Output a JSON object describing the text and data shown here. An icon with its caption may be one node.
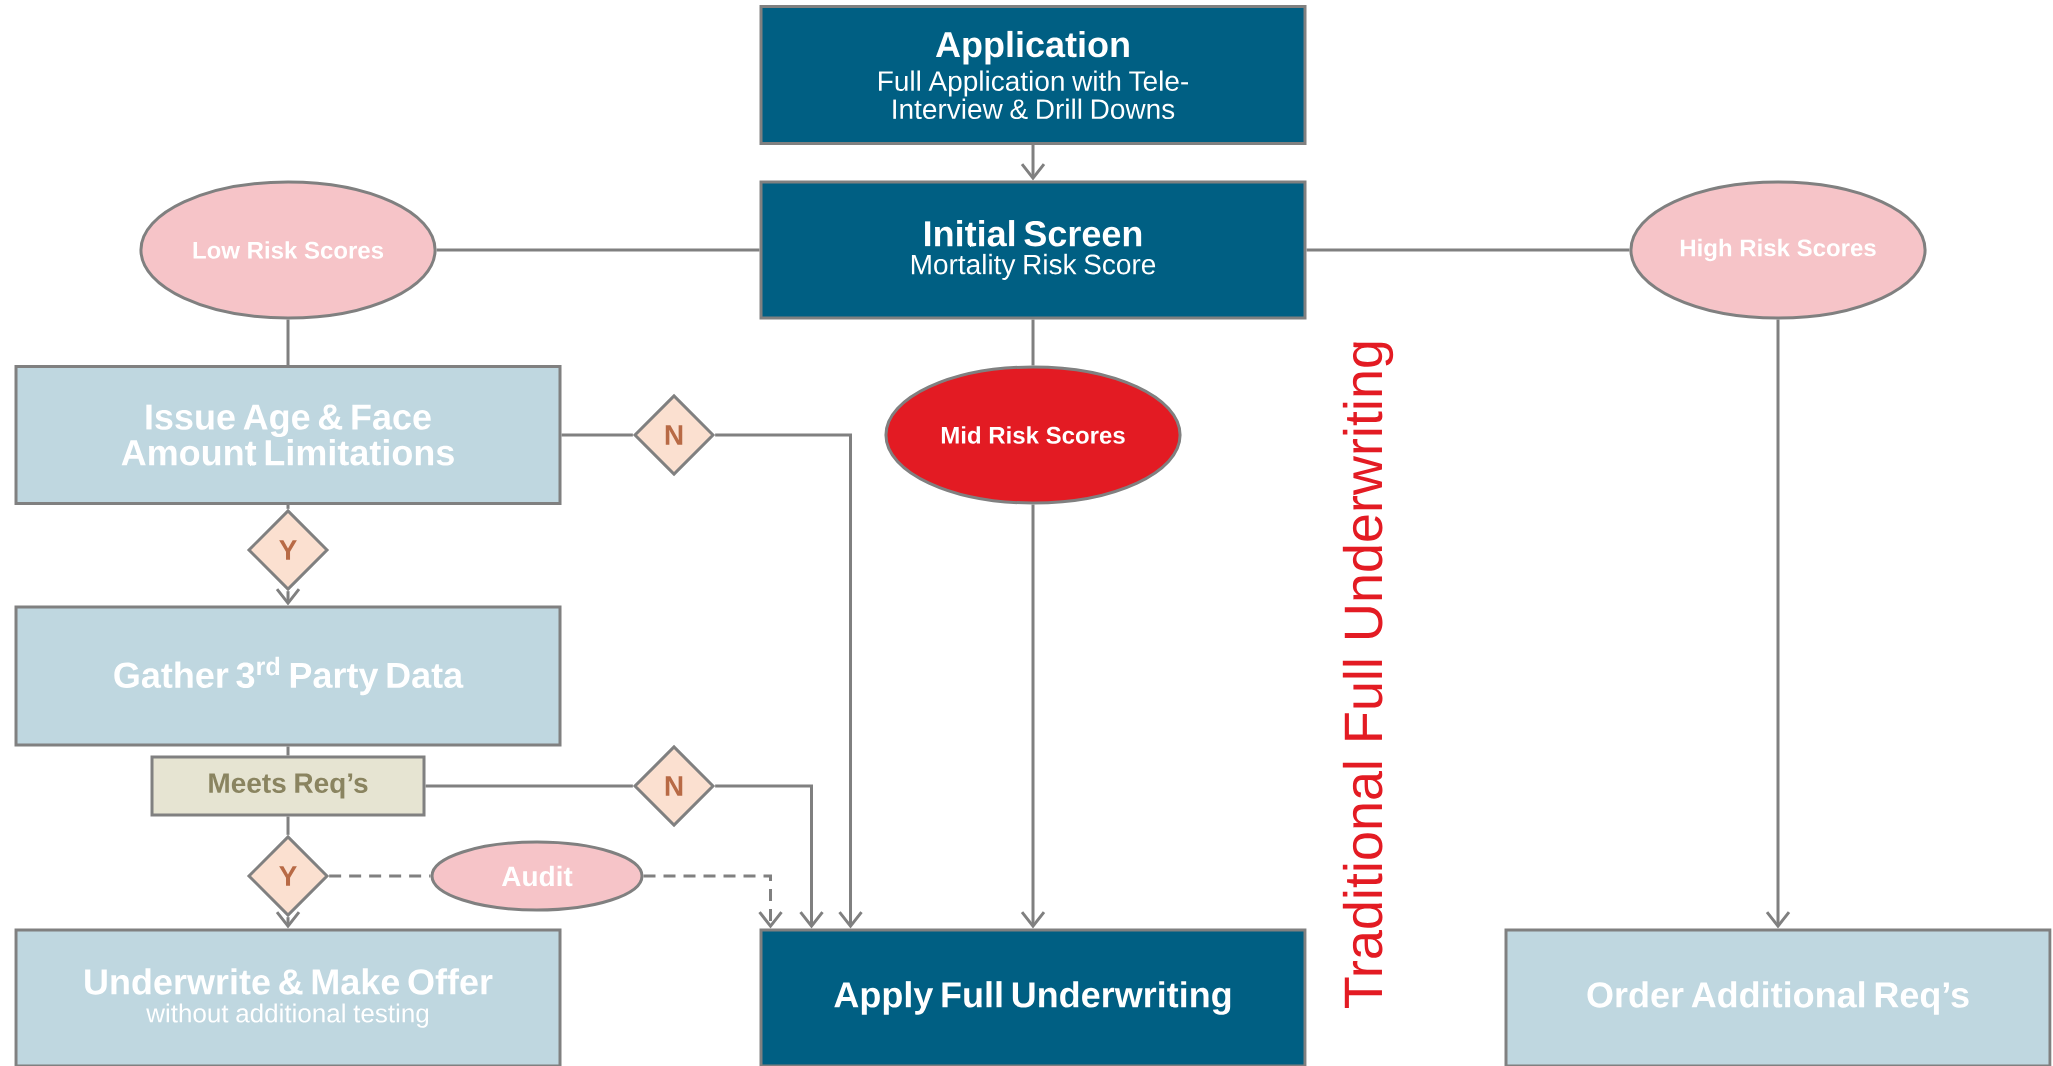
{
  "diagram": {
    "nodes": [
      {
        "text": [
          "Application",
          "Full Application with Tele-Interview & Drill Downs"
        ]
      },
      {
        "text": [
          "Initial Screen",
          "Mortality Risk Score"
        ]
      },
      {
        "text": [
          "Low Risk Scores"
        ]
      },
      {
        "text": [
          "High Risk Scores"
        ]
      },
      {
        "text": [
          "Issue Age & Face Amount Limitations"
        ]
      },
      {
        "text": [
          "N"
        ]
      },
      {
        "text": [
          "Mid Risk Scores"
        ]
      },
      {
        "text": [
          "Y"
        ]
      },
      {
        "text": [
          "Gather 3$^{rd}$ Party Data"
        ]
      },
      {
        "text": [
          "Meets Req’s"
        ]
      },
      {
        "text": [
          "N"
        ]
      },
      {
        "text": [
          "Y"
        ]
      },
      {
        "text": [
          "Audit"
        ]
      },
      {
        "text": [
          "Underwrite & Make Offer",
          "without additional testing"
        ]
      },
      {
        "text": [
          "Apply Full Underwriting"
        ]
      },
      {
        "text": [
          "Order Additional Req’s"
        ]
      }
    ],
    "edges": [
      {
        "from": 0,
        "to": 1,
        "arrow": "to"
      },
      {
        "from": 1,
        "to": 2,
        "arrow": "none"
      },
      {
        "from": 1,
        "to": 3,
        "arrow": "none"
      },
      {
        "from": 1,
        "to": 6,
        "arrow": "none"
      },
      {
        "from": 2,
        "to": 4,
        "arrow": "none"
      },
      {
        "from": 4,
        "to": 5,
        "arrow": "none"
      },
      {
        "from": 5,
        "to": 14,
        "arrow": "to"
      },
      {
        "from": 4,
        "to": 7,
        "arrow": "none"
      },
      {
        "from": 7,
        "to": 8,
        "arrow": "to"
      },
      {
        "from": 8,
        "to": 9,
        "arrow": "none"
      },
      {
        "from": 9,
        "to": 10,
        "arrow": "none"
      },
      {
        "from": 10,
        "to": 14,
        "arrow": "to"
      },
      {
        "from": 9,
        "to": 11,
        "arrow": "none"
      },
      {
        "from": 11,
        "to": 13,
        "arrow": "to"
      },
      {
        "from": 11,
        "to": 12,
        "arrow": "none",
        "style": "dashed"
      },
      {
        "from": 12,
        "to": 14,
        "arrow": "to",
        "style": "dashed"
      },
      {
        "from": 6,
        "to": 14,
        "arrow": "to"
      },
      {
        "from": 3,
        "to": 15,
        "arrow": "to"
      }
    ],
    "labels": [
      "Traditional Full Underwriting"
    ]
  }
}
